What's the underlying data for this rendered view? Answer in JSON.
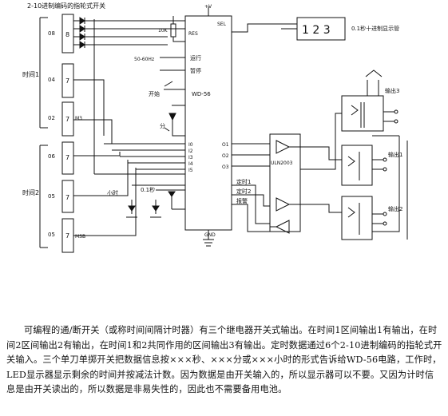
{
  "diagram": {
    "top_label": "2-10进制编码的指轮式开关",
    "switch_codes": [
      "08",
      "04",
      "02",
      "06",
      "05",
      "05"
    ],
    "switch_texts": [
      "8",
      "7",
      "7",
      "7",
      "7",
      "7"
    ],
    "switch_small": [
      "",
      "",
      "M3",
      "",
      "",
      "MSB"
    ],
    "time1_label": "时间1",
    "time2_label": "时间2",
    "ic_label": "WD-56",
    "ic_top_right": "SEL",
    "ic_pin_rst": "RES",
    "ic_run": "运行",
    "ic_stop": "暂停",
    "ic_left_pins": [
      "I0",
      "I2",
      "I3",
      "I4",
      "I5"
    ],
    "ic_right_pins": [
      "O1",
      "O2",
      "O3"
    ],
    "ic_right_labels": [
      "定时1",
      "定时2",
      "报警"
    ],
    "resistor_10k": "10K",
    "resistor_60hz": "50-60Hz",
    "pinstart": "开始",
    "pin_sep": "分",
    "hour_label": "小时",
    "sec_label": "0.1秒",
    "display_digits": "1 2 3",
    "display_label": "0.1秒十进制显示管",
    "driver_label": "ULN2003",
    "output_labels": [
      "输出3",
      "输出1",
      "输出2"
    ],
    "gnd_label": "GND",
    "vcc_label": "+V"
  },
  "description": {
    "text": "可编程的通/断开关（或称时间间隔计时器）有三个继电器开关式输出。在时间1区间输出1有输出，在时间2区间输出2有输出，在时间1和2共同作用的区间输出3有输出。定时数据通过6个2-10进制编码的指轮式开关输入。三个单刀单掷开关把数据信息按×××秒、×××分或×××小时的形式告诉给WD-56电路，工作时，LED显示器显示剩余的时间并按减法计数。因为数据是由开关输入的，所以显示器可以不要。又因为计时信息是由开关读出的，所以数据是非易失性的，因此也不需要备用电池。"
  }
}
